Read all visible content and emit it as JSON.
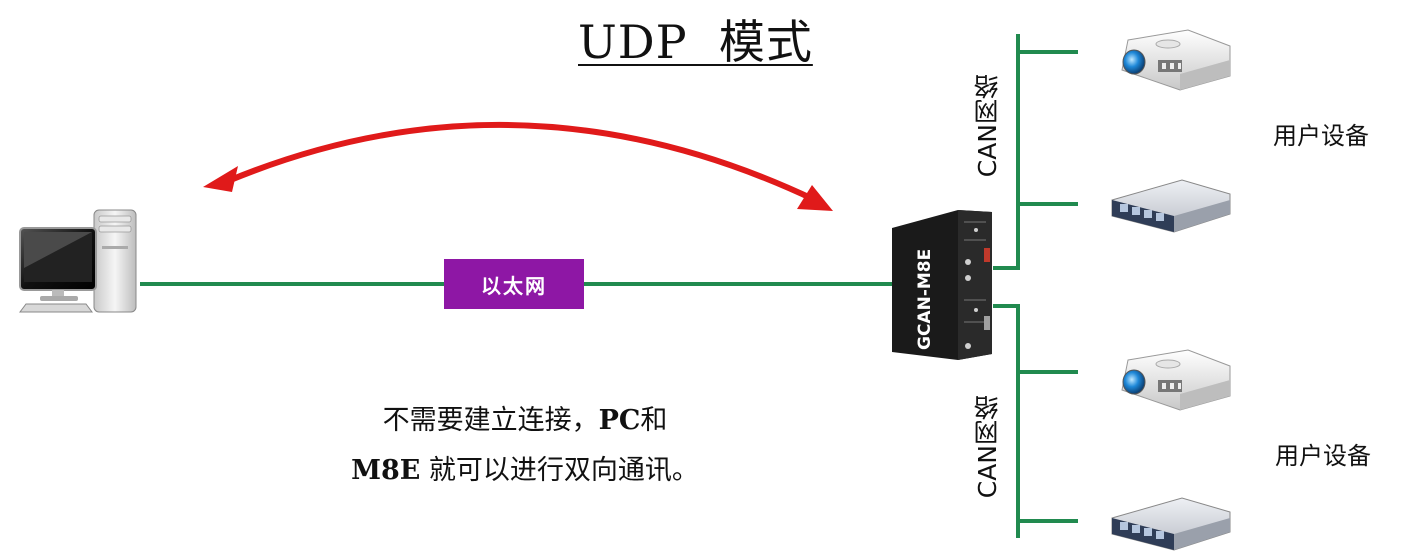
{
  "title": "UDP  模式",
  "ethernet_label": "以太网",
  "device_name": "GCAN-M8E",
  "can_label_top": "CAN网络",
  "can_label_bottom": "CAN网络",
  "user_devices_top": "用户设备",
  "user_devices_bottom": "用户设备",
  "caption_line1_text": "不需要建立连接，",
  "caption_line1_bold": "PC",
  "caption_line1_end": "和",
  "caption_line2_bold": "M8E",
  "caption_line2_text": " 就可以进行双向通讯。",
  "colors": {
    "line_green": "#218a4f",
    "arrow_red": "#e01a1a",
    "ethernet_purple": "#8e17a5",
    "device_dark": "#1a1a1a"
  }
}
